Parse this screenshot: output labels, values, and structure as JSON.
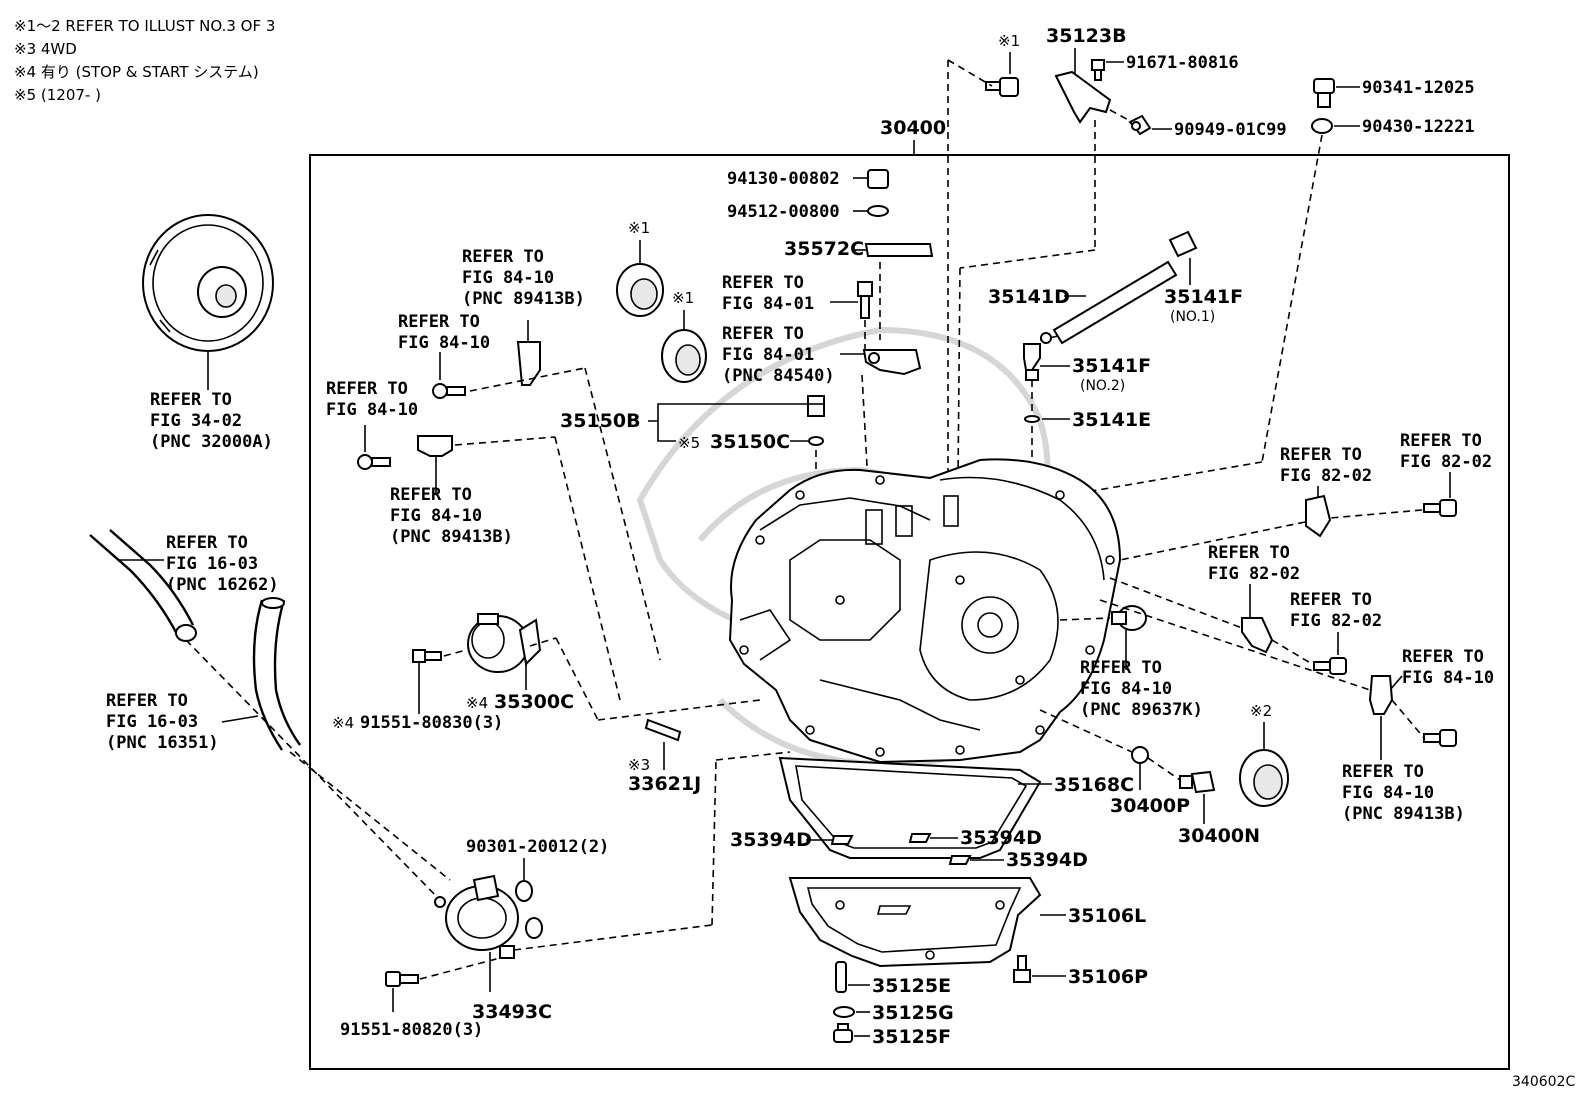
{
  "header_notes": [
    "※1～2 REFER TO ILLUST NO.3 OF 3",
    "※3 4WD",
    "※4 有り (STOP & START システム)",
    "※5 (1207-        )"
  ],
  "figure_id": "340602C",
  "assembly": {
    "number": "30400"
  },
  "parts": {
    "p35123B": "35123B",
    "p91671": "91671-80816",
    "p90949": "90949-01C99",
    "p90341": "90341-12025",
    "p90430": "90430-12221",
    "p94130": "94130-00802",
    "p94512": "94512-00800",
    "p35572C": "35572C",
    "p35141D": "35141D",
    "p35141F1": "35141F",
    "p35141F1_sub": "(NO.1)",
    "p35141F2": "35141F",
    "p35141F2_sub": "(NO.2)",
    "p35141E": "35141E",
    "p35150B": "35150B",
    "p35150C": "35150C",
    "p35300C": "35300C",
    "p91551_830": "91551-80830(3)",
    "p33621J": "33621J",
    "p35168C": "35168C",
    "p30400P": "30400P",
    "p30400N": "30400N",
    "p35394D_a": "35394D",
    "p35394D_b": "35394D",
    "p35394D_c": "35394D",
    "p90301": "90301-20012(2)",
    "p35106L": "35106L",
    "p35106P": "35106P",
    "p35125E": "35125E",
    "p35125G": "35125G",
    "p35125F": "35125F",
    "p33493C": "33493C",
    "p91551_820": "91551-80820(3)"
  },
  "marks": {
    "m1a": "※1",
    "m1b": "※1",
    "m1c": "※1",
    "m2": "※2",
    "m3": "※3",
    "m4a": "※4",
    "m4b": "※4",
    "m5": "※5"
  },
  "refs": {
    "r34_02": [
      "REFER TO",
      "FIG 34-02",
      "(PNC 32000A)"
    ],
    "r84_10_89413B_top": [
      "REFER TO",
      "FIG 84-10",
      "(PNC 89413B)"
    ],
    "r84_10_a": [
      "REFER TO",
      "FIG 84-10"
    ],
    "r84_10_b": [
      "REFER TO",
      "FIG 84-10"
    ],
    "r84_10_89413B_mid": [
      "REFER TO",
      "FIG 84-10",
      "(PNC 89413B)"
    ],
    "r84_01_a": [
      "REFER TO",
      "FIG 84-01"
    ],
    "r84_01_b": [
      "REFER TO",
      "FIG 84-01",
      "(PNC 84540)"
    ],
    "r16_03_16262": [
      "REFER TO",
      "FIG 16-03",
      "(PNC 16262)"
    ],
    "r16_03_16351": [
      "REFER TO",
      "FIG 16-03",
      "(PNC 16351)"
    ],
    "r82_02_a": [
      "REFER TO",
      "FIG 82-02"
    ],
    "r82_02_b": [
      "REFER TO",
      "FIG 82-02"
    ],
    "r82_02_c": [
      "REFER TO",
      "FIG 82-02"
    ],
    "r82_02_d": [
      "REFER TO",
      "FIG 82-02"
    ],
    "r84_10_89637K": [
      "REFER TO",
      "FIG 84-10",
      "(PNC 89637K)"
    ],
    "r84_10_c": [
      "REFER TO",
      "FIG 84-10"
    ],
    "r84_10_89413B_right": [
      "REFER TO",
      "FIG 84-10",
      "(PNC 89413B)"
    ]
  }
}
